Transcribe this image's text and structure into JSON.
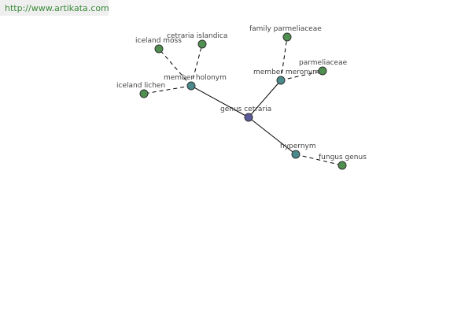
{
  "header": {
    "url": "http://www.artikata.com"
  },
  "colors": {
    "hub": "#5a5a9a",
    "relation": "#4a8a8a",
    "leaf": "#4f8f4f",
    "edge": "#000000",
    "link": "#3a8a3a"
  },
  "graph": {
    "nodes": [
      {
        "id": "genus-cetraria",
        "label": "genus cetraria",
        "kind": "hub"
      },
      {
        "id": "member-holonym",
        "label": "member holonym",
        "kind": "relation"
      },
      {
        "id": "member-meronym",
        "label": "member meronym",
        "kind": "relation"
      },
      {
        "id": "hypernym",
        "label": "hypernym",
        "kind": "relation"
      },
      {
        "id": "iceland-moss",
        "label": "iceland moss",
        "kind": "leaf"
      },
      {
        "id": "cetraria-islandica",
        "label": "cetraria islandica",
        "kind": "leaf"
      },
      {
        "id": "iceland-lichen",
        "label": "iceland lichen",
        "kind": "leaf"
      },
      {
        "id": "family-parmeliaceae",
        "label": "family parmeliaceae",
        "kind": "leaf"
      },
      {
        "id": "parmeliaceae",
        "label": "parmeliaceae",
        "kind": "leaf"
      },
      {
        "id": "fungus-genus",
        "label": "fungus genus",
        "kind": "leaf"
      }
    ],
    "edges": [
      {
        "from": "genus-cetraria",
        "to": "member-holonym",
        "style": "solid"
      },
      {
        "from": "genus-cetraria",
        "to": "member-meronym",
        "style": "solid"
      },
      {
        "from": "genus-cetraria",
        "to": "hypernym",
        "style": "solid"
      },
      {
        "from": "member-holonym",
        "to": "iceland-moss",
        "style": "dashed"
      },
      {
        "from": "member-holonym",
        "to": "cetraria-islandica",
        "style": "dashed"
      },
      {
        "from": "member-holonym",
        "to": "iceland-lichen",
        "style": "dashed"
      },
      {
        "from": "member-meronym",
        "to": "family-parmeliaceae",
        "style": "dashed"
      },
      {
        "from": "member-meronym",
        "to": "parmeliaceae",
        "style": "dashed"
      },
      {
        "from": "hypernym",
        "to": "fungus-genus",
        "style": "dashed"
      }
    ]
  }
}
